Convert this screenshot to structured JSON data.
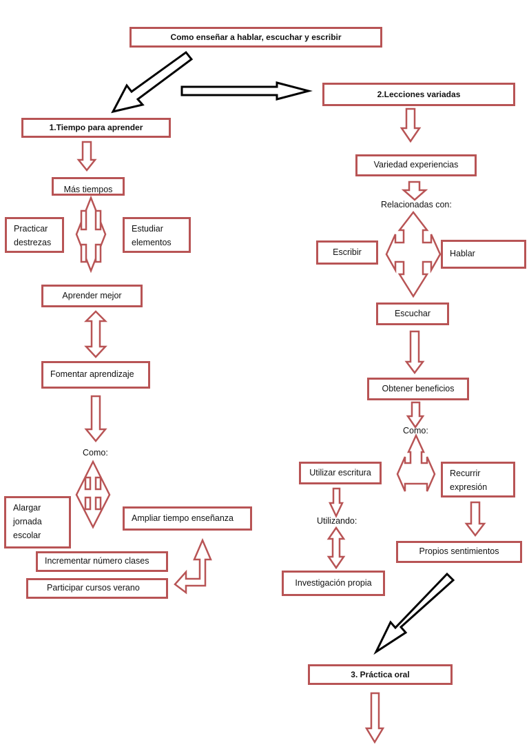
{
  "title": "Como enseñar a hablar, escuchar y escribir",
  "colors": {
    "box_border": "#b85455",
    "arrow_red": "#b85455",
    "arrow_black": "#000000",
    "background": "#ffffff"
  },
  "sections": {
    "s1": {
      "heading": "1.Tiempo para aprender",
      "mas_tiempos": "Más tiempos",
      "practicar": "Practicar\ndestrezas",
      "estudiar": "Estudiar\nelementos",
      "aprender_mejor": "Aprender mejor",
      "fomentar": "Fomentar aprendizaje",
      "como": "Como:",
      "alargar": "Alargar\njornada\nescolar",
      "ampliar": "Ampliar tiempo enseñanza",
      "incrementar": "Incrementar número clases",
      "participar": "Participar cursos verano"
    },
    "s2": {
      "heading": "2.Lecciones variadas",
      "variedad": "Variedad experiencias",
      "relacionadas": "Relacionadas con:",
      "escribir": "Escribir",
      "hablar": "Hablar",
      "escuchar": "Escuchar",
      "obtener": "Obtener beneficios",
      "como": "Como:",
      "utilizar": "Utilizar escritura",
      "recurrir": "Recurrir\nexpresión",
      "utilizando": "Utilizando:",
      "investigacion": "Investigación propia",
      "propios": "Propios sentimientos"
    },
    "s3": {
      "heading": "3. Práctica oral"
    }
  },
  "arrows": [
    {
      "name": "arrow-title-to-s1",
      "style": "black",
      "direction": "down-left"
    },
    {
      "name": "arrow-title-to-s2",
      "style": "black",
      "direction": "right"
    },
    {
      "name": "arrow-s2-to-s3",
      "style": "black",
      "direction": "down-left"
    }
  ]
}
